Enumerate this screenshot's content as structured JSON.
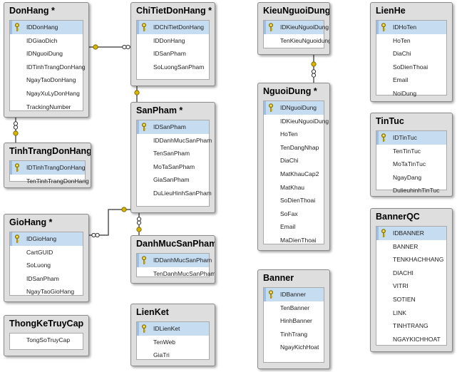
{
  "tables": [
    {
      "id": "donhang",
      "title": "DonHang *",
      "fields": [
        {
          "name": "IDDonHang",
          "pk": true
        },
        {
          "name": "IDGiaoDich",
          "pk": false
        },
        {
          "name": "IDNguoiDung",
          "pk": false
        },
        {
          "name": "IDTinhTrangDonHang",
          "pk": false
        },
        {
          "name": "NgayTaoDonHang",
          "pk": false
        },
        {
          "name": "NgayXuLyDonHang",
          "pk": false
        },
        {
          "name": "TrackingNumber",
          "pk": false
        }
      ]
    },
    {
      "id": "chitietdonhang",
      "title": "ChiTietDonHang *",
      "fields": [
        {
          "name": "IDChiTietDonHang",
          "pk": true
        },
        {
          "name": "IDDonHang",
          "pk": false
        },
        {
          "name": "IDSanPham",
          "pk": false
        },
        {
          "name": "SoLuongSanPham",
          "pk": false
        }
      ]
    },
    {
      "id": "kieunguoidung",
      "title": "KieuNguoiDung",
      "fields": [
        {
          "name": "IDKieuNguoiDung",
          "pk": true
        },
        {
          "name": "TenKieuNguoidung",
          "pk": false
        }
      ]
    },
    {
      "id": "lienhe",
      "title": "LienHe",
      "fields": [
        {
          "name": "IDHoTen",
          "pk": true
        },
        {
          "name": "HoTen",
          "pk": false
        },
        {
          "name": "DiaChi",
          "pk": false
        },
        {
          "name": "SoDienThoai",
          "pk": false
        },
        {
          "name": "Email",
          "pk": false
        },
        {
          "name": "NoiDung",
          "pk": false
        }
      ]
    },
    {
      "id": "sanpham",
      "title": "SanPham *",
      "fields": [
        {
          "name": "IDSanPham",
          "pk": true
        },
        {
          "name": "IDDanhMucSanPham",
          "pk": false
        },
        {
          "name": "TenSanPham",
          "pk": false
        },
        {
          "name": "MoTaSanPham",
          "pk": false
        },
        {
          "name": "GiaSanPham",
          "pk": false
        },
        {
          "name": "DuLieuHinhSanPham",
          "pk": false
        }
      ]
    },
    {
      "id": "nguoidung",
      "title": "NguoiDung *",
      "fields": [
        {
          "name": "IDNguoiDung",
          "pk": true
        },
        {
          "name": "IDKieuNguoiDung",
          "pk": false
        },
        {
          "name": "HoTen",
          "pk": false
        },
        {
          "name": "TenDangNhap",
          "pk": false
        },
        {
          "name": "DiaChi",
          "pk": false
        },
        {
          "name": "MatKhauCap2",
          "pk": false
        },
        {
          "name": "MatKhau",
          "pk": false
        },
        {
          "name": "SoDienThoai",
          "pk": false
        },
        {
          "name": "SoFax",
          "pk": false
        },
        {
          "name": "Email",
          "pk": false
        },
        {
          "name": "MaDienThoai",
          "pk": false
        }
      ]
    },
    {
      "id": "tintuc",
      "title": "TinTuc",
      "fields": [
        {
          "name": "IDTinTuc",
          "pk": true
        },
        {
          "name": "TenTinTuc",
          "pk": false
        },
        {
          "name": "MoTaTinTuc",
          "pk": false
        },
        {
          "name": "NgayDang",
          "pk": false
        },
        {
          "name": "DulieuhinhTinTuc",
          "pk": false
        }
      ]
    },
    {
      "id": "tinhtrangdonhang",
      "title": "TinhTrangDonHang",
      "fields": [
        {
          "name": "IDTinhTrangDonHang",
          "pk": true
        },
        {
          "name": "TenTinhTrangDonHang",
          "pk": false
        }
      ]
    },
    {
      "id": "giohang",
      "title": "GioHang *",
      "fields": [
        {
          "name": "IDGioHang",
          "pk": true
        },
        {
          "name": "CartGUID",
          "pk": false
        },
        {
          "name": "SoLuong",
          "pk": false
        },
        {
          "name": "IDSanPham",
          "pk": false
        },
        {
          "name": "NgayTaoGioHang",
          "pk": false
        }
      ]
    },
    {
      "id": "bannerqc",
      "title": "BannerQC",
      "fields": [
        {
          "name": "IDBANNER",
          "pk": true
        },
        {
          "name": "BANNER",
          "pk": false
        },
        {
          "name": "TENKHACHHANG",
          "pk": false
        },
        {
          "name": "DIACHI",
          "pk": false
        },
        {
          "name": "VITRI",
          "pk": false
        },
        {
          "name": "SOTIEN",
          "pk": false
        },
        {
          "name": "LINK",
          "pk": false
        },
        {
          "name": "TINHTRANG",
          "pk": false
        },
        {
          "name": "NGAYKICHHOAT",
          "pk": false
        }
      ]
    },
    {
      "id": "danhmucsanpham",
      "title": "DanhMucSanPham",
      "fields": [
        {
          "name": "IDDanhMucSanPham",
          "pk": true
        },
        {
          "name": "TenDanhMucSanPham",
          "pk": false
        }
      ]
    },
    {
      "id": "banner",
      "title": "Banner",
      "fields": [
        {
          "name": "IDBanner",
          "pk": true
        },
        {
          "name": "TenBanner",
          "pk": false
        },
        {
          "name": "HinhBanner",
          "pk": false
        },
        {
          "name": "TinhTrang",
          "pk": false
        },
        {
          "name": "NgayKichHoat",
          "pk": false
        }
      ]
    },
    {
      "id": "thongketruycap",
      "title": "ThongKeTruyCap",
      "fields": [
        {
          "name": "TongSoTruyCap",
          "pk": false
        }
      ]
    },
    {
      "id": "lienket",
      "title": "LienKet",
      "fields": [
        {
          "name": "IDLienKet",
          "pk": true
        },
        {
          "name": "TenWeb",
          "pk": false
        },
        {
          "name": "GiaTri",
          "pk": false
        }
      ]
    }
  ],
  "colors": {
    "table_bg": "#dedede",
    "pk_row": "#c6dcf1",
    "key_icon": "#d6b400",
    "relationship_line": "#555555"
  }
}
